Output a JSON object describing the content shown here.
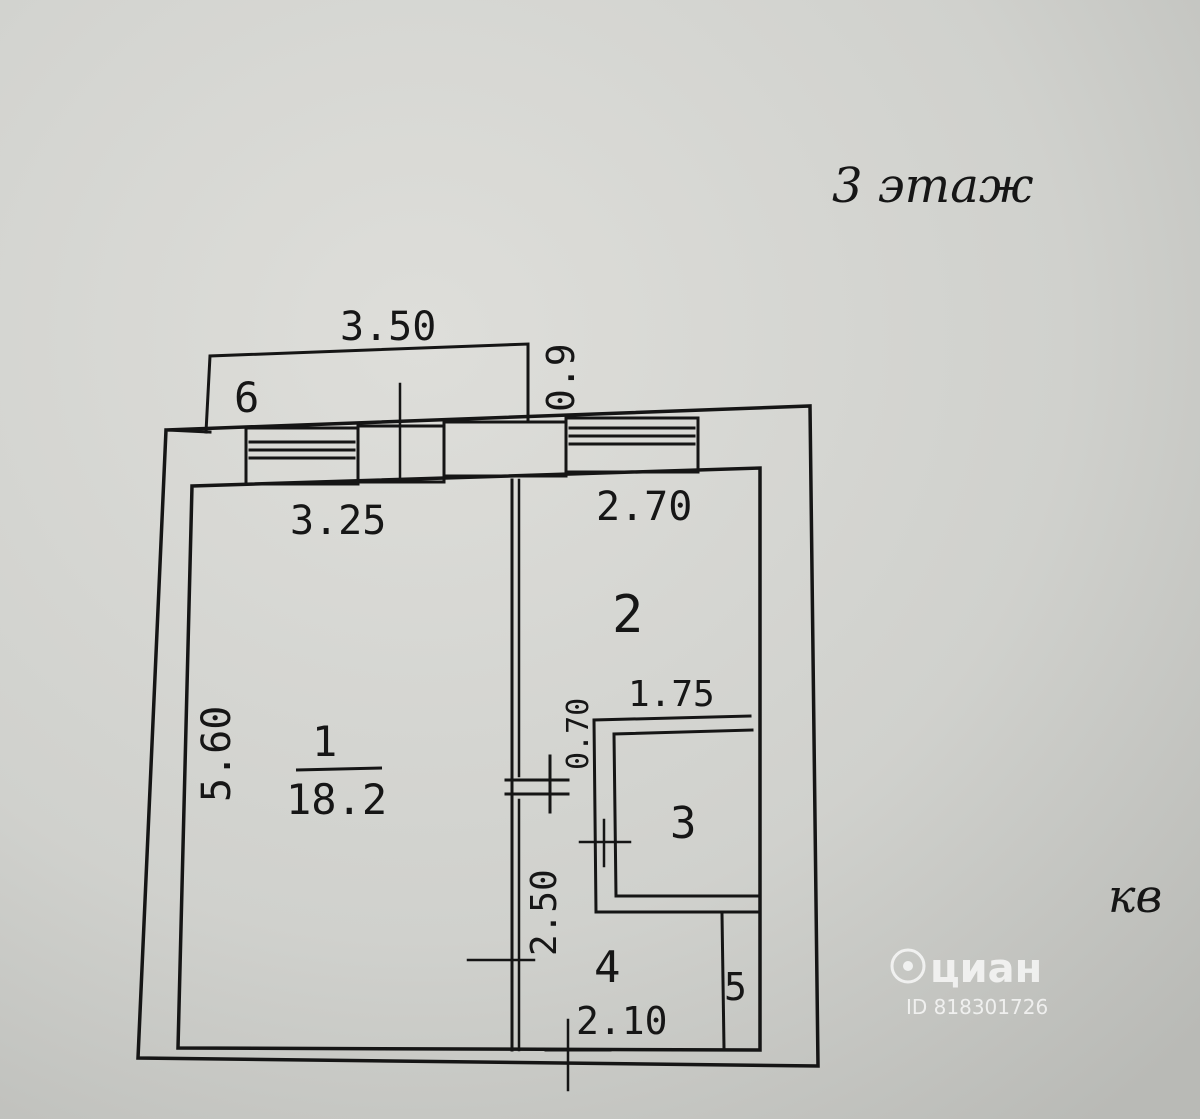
{
  "floor_label": "3 этаж",
  "margin_text": "кв",
  "rooms": {
    "room1_number": "1",
    "room1_area": "18.2",
    "room2_number": "2",
    "room3_number": "3",
    "room4_number": "4",
    "room5_number": "5",
    "room6_number": "6"
  },
  "dimensions": {
    "balcony_length": "3.50",
    "balcony_depth": "0.9",
    "room1_width": "3.25",
    "room2_width": "2.70",
    "room1_length": "5.60",
    "room3_width": "1.75",
    "door_width": "0.70",
    "hall_length": "2.50",
    "hall_width": "2.10"
  },
  "watermark": {
    "brand": "циан",
    "id": "ID 818301726"
  },
  "colors": {
    "paper": "#d2d3cf",
    "ink": "#151515"
  }
}
